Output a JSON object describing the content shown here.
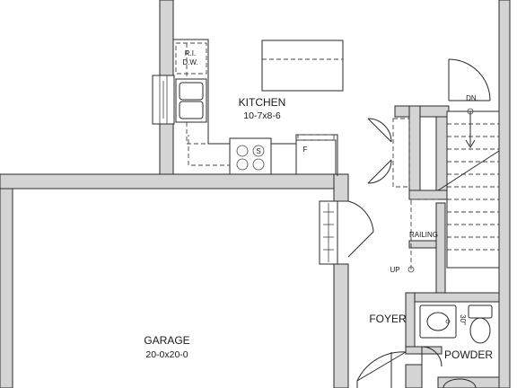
{
  "rooms": {
    "kitchen": {
      "name": "KITCHEN",
      "size": "10-7x8-6"
    },
    "garage": {
      "name": "GARAGE",
      "size": "20-0x20-0"
    },
    "foyer": {
      "name": "FOYER"
    },
    "powder": {
      "name": "POWDER"
    }
  },
  "fixtures": {
    "ri_dw_line1": "R.I.",
    "ri_dw_line2": "D.W.",
    "stove": "S",
    "fridge": "F",
    "wc": "30\"",
    "railing": "RAILING"
  },
  "stairs": {
    "down": "DN.",
    "up": "UP"
  },
  "colors": {
    "wall_fill": "#d4d4d4",
    "line": "#2a2a2a",
    "background": "#ffffff"
  }
}
